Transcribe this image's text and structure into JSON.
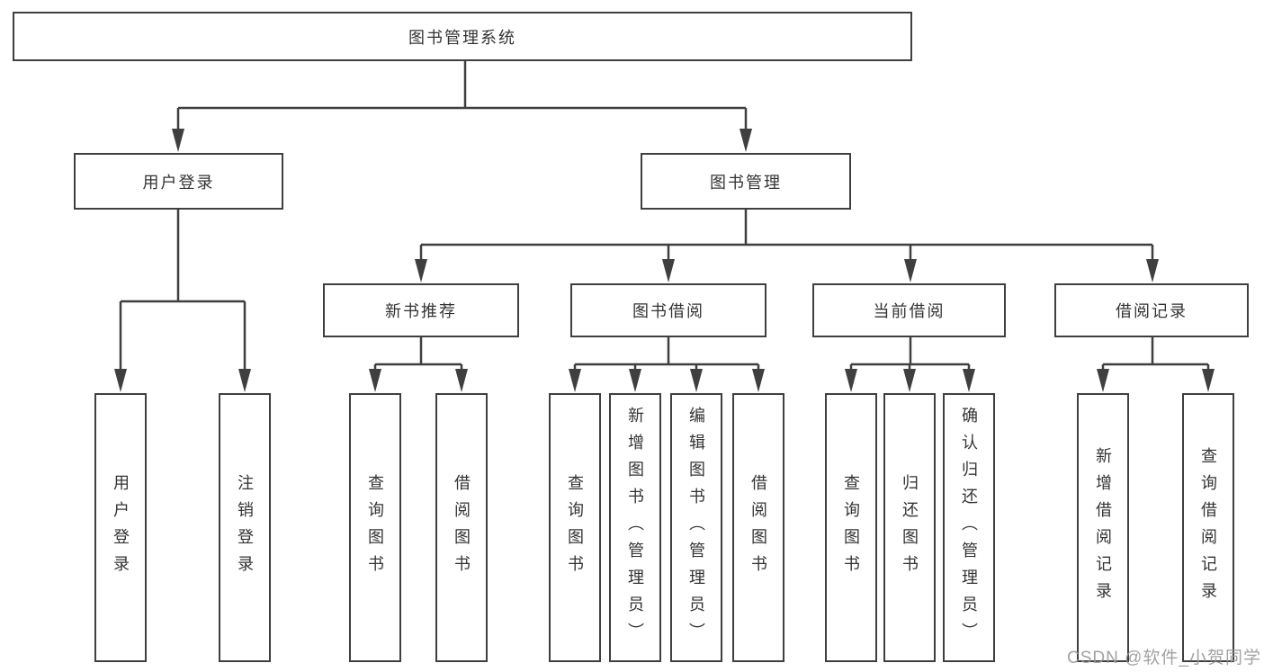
{
  "diagram": {
    "title_node": {
      "label": "图书管理系统"
    },
    "level2": [
      {
        "id": "user-login",
        "label": "用户登录"
      },
      {
        "id": "book-management",
        "label": "图书管理"
      }
    ],
    "level3": [
      {
        "id": "new-book-recommend",
        "label": "新书推荐",
        "parent": "图书管理"
      },
      {
        "id": "book-borrow",
        "label": "图书借阅",
        "parent": "图书管理"
      },
      {
        "id": "current-borrow",
        "label": "当前借阅",
        "parent": "图书管理"
      },
      {
        "id": "borrow-record",
        "label": "借阅记录",
        "parent": "图书管理"
      }
    ],
    "leaves": [
      {
        "label": "用户登录",
        "parent": "用户登录"
      },
      {
        "label": "注销登录",
        "parent": "用户登录"
      },
      {
        "label": "查询图书",
        "parent": "新书推荐"
      },
      {
        "label": "借阅图书",
        "parent": "新书推荐"
      },
      {
        "label": "查询图书",
        "parent": "图书借阅"
      },
      {
        "label": "新增图书（管理员）",
        "parent": "图书借阅"
      },
      {
        "label": "编辑图书（管理员）",
        "parent": "图书借阅"
      },
      {
        "label": "借阅图书",
        "parent": "图书借阅"
      },
      {
        "label": "查询图书",
        "parent": "当前借阅"
      },
      {
        "label": "归还图书",
        "parent": "当前借阅"
      },
      {
        "label": "确认归还（管理员）",
        "parent": "当前借阅"
      },
      {
        "label": "新增借阅记录",
        "parent": "借阅记录"
      },
      {
        "label": "查询借阅记录",
        "parent": "借阅记录"
      }
    ],
    "watermark": "CSDN @软件_小贺同学",
    "colors": {
      "border": "#3f3f3f",
      "line": "#3f3f3f",
      "text": "#333333",
      "watermark": "#989898",
      "background": "#ffffff"
    }
  }
}
